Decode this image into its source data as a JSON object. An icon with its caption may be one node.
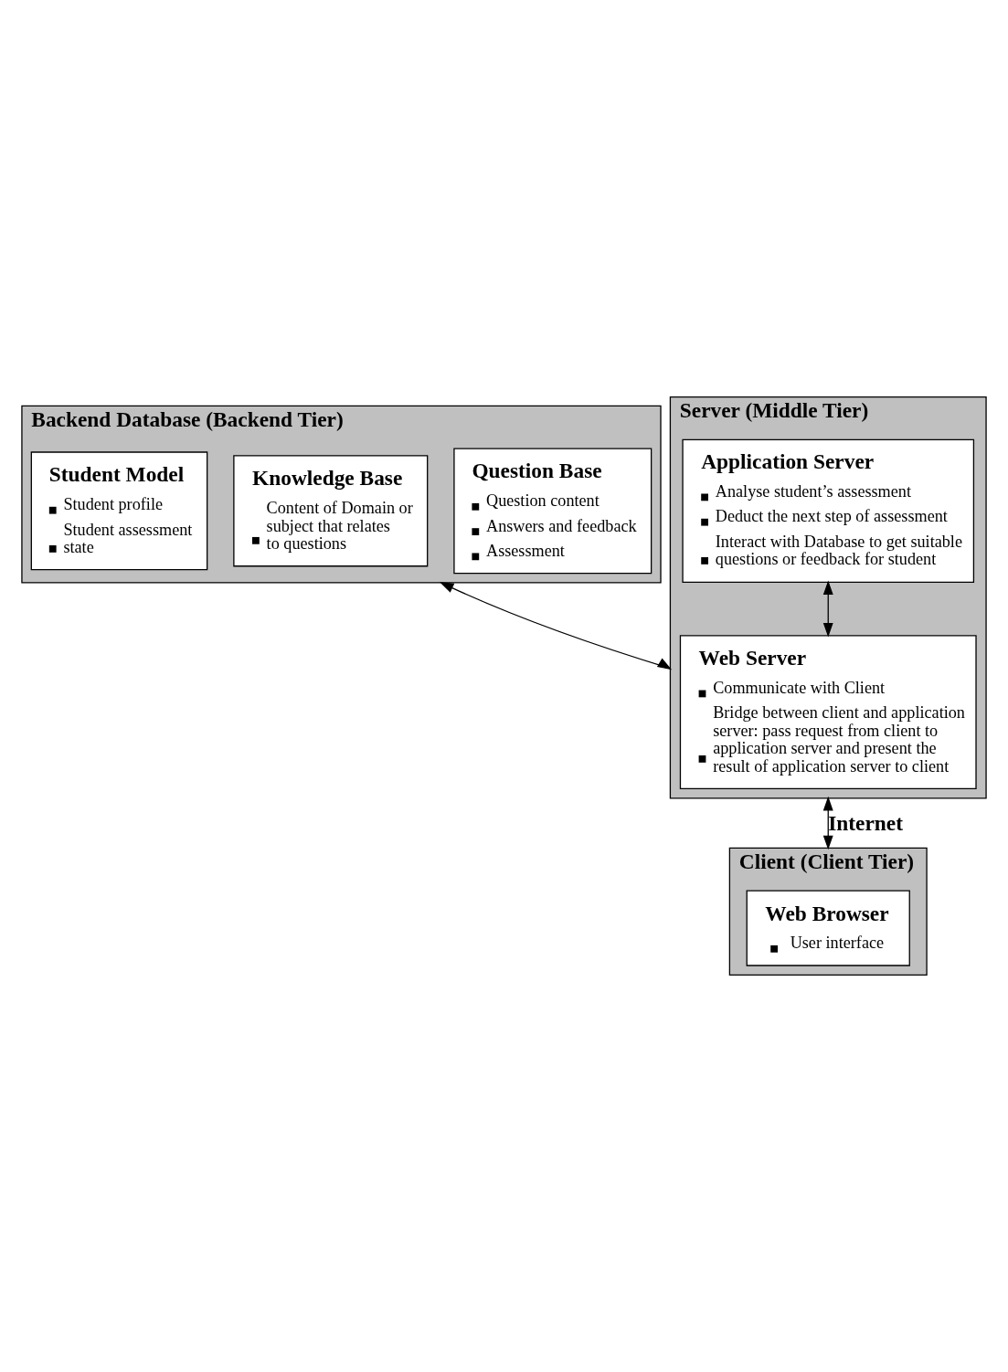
{
  "diagram": {
    "nodes": [
      {
        "text": [
          "Backend Database (Backend Tier)"
        ]
      },
      {
        "text": [
          "Question Base",
          "Question content",
          "Answers and feedback",
          "Assessment"
        ],
        "in": 0
      },
      {
        "text": [
          "Knowledge Base",
          "Content of Domain or subject that relates to questions"
        ],
        "in": 0
      },
      {
        "text": [
          "Student Model",
          "Student profile",
          "Student assessment state"
        ],
        "in": 0
      },
      {
        "text": [
          "Server (Middle Tier)"
        ]
      },
      {
        "text": [
          "Application Server",
          "Analyse student’s assessment",
          "Deduct the next step of assessment",
          "Interact with Database to get suitable questions or feedback for student"
        ],
        "in": 4
      },
      {
        "text": [
          "Web Server",
          "Communicate with Client",
          "Bridge between client and application server: pass request from client to application server and present the result of application server to client"
        ],
        "in": 4
      },
      {
        "text": [
          "Client (Client Tier)"
        ]
      },
      {
        "text": [
          "Web Browser",
          "User interface"
        ],
        "in": 7
      }
    ],
    "edges": [
      {
        "from": 0,
        "to": 4,
        "arrow": "both"
      },
      {
        "from": 5,
        "to": 6,
        "arrow": "both"
      },
      {
        "from": 4,
        "to": 7,
        "arrow": "both",
        "label": "Internet"
      }
    ]
  }
}
